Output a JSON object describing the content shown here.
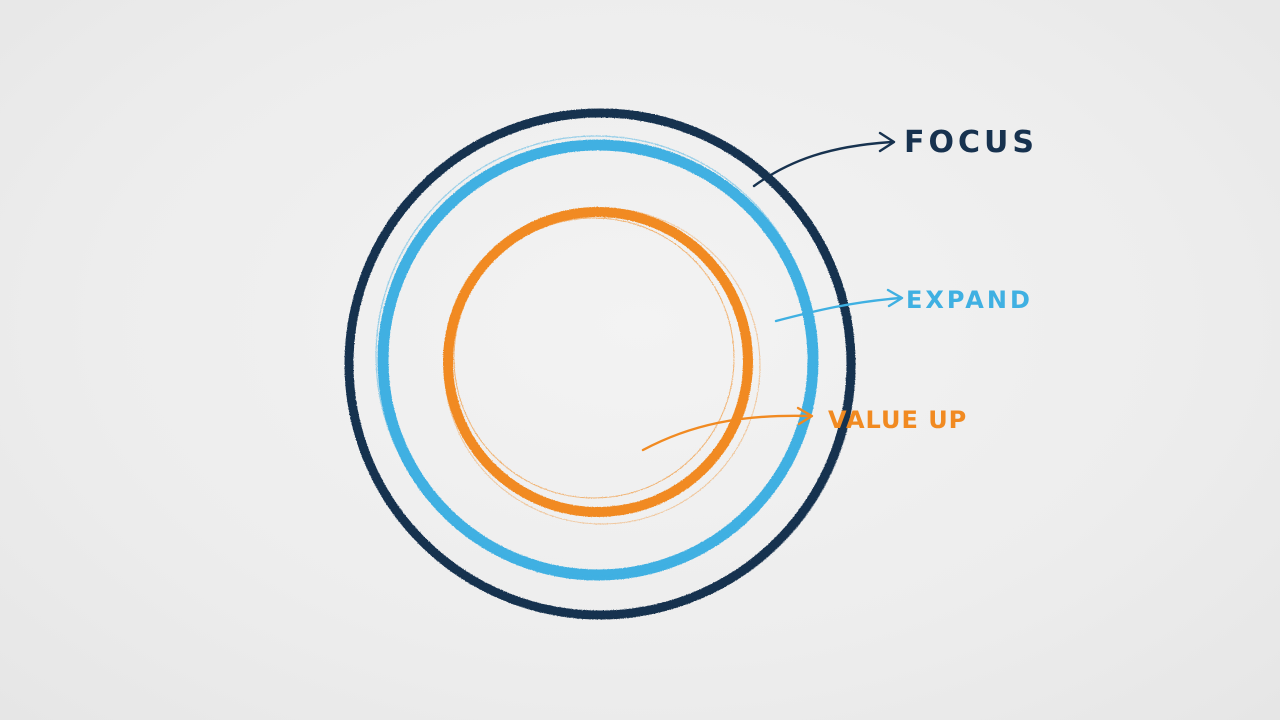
{
  "colors": {
    "background": "#efefef",
    "focus": "#17324f",
    "expand": "#3fb0e2",
    "value_up": "#f18a21"
  },
  "labels": {
    "focus": "FOCUS",
    "expand": "EXPAND",
    "value_up": "VALUE UP"
  }
}
